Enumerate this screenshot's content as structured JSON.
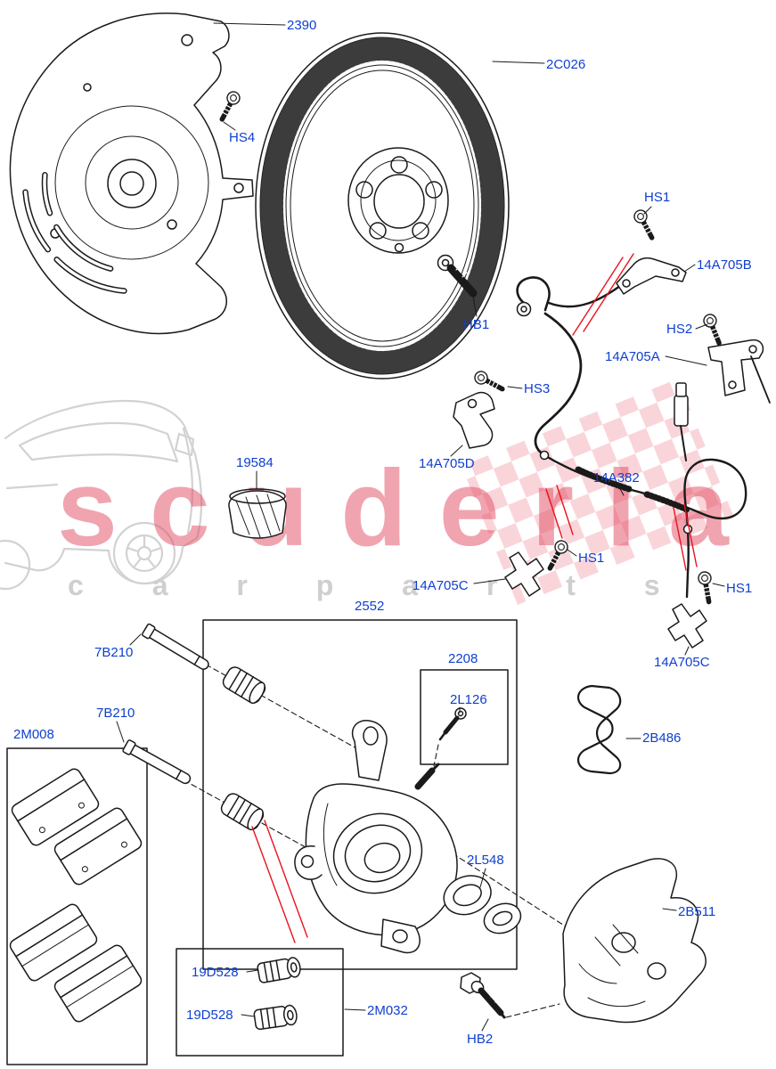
{
  "watermark": {
    "brand": "scuderia",
    "subtitle": "c a r p a r t s"
  },
  "colors": {
    "label_blue": "#0f3fd0",
    "line_black": "#1a1a1a",
    "callout_red": "#e8131d",
    "watermark_red": "#e14a60",
    "watermark_gray": "#cfcfcf",
    "checker_pink": "#f3aab5"
  },
  "labels": [
    {
      "text": "2390"
    },
    {
      "text": "HS4"
    },
    {
      "text": "2C026"
    },
    {
      "text": "HB1"
    },
    {
      "text": "HS1"
    },
    {
      "text": "14A705B"
    },
    {
      "text": "HS2"
    },
    {
      "text": "14A705A"
    },
    {
      "text": "HS3"
    },
    {
      "text": "14A705D"
    },
    {
      "text": "14A382"
    },
    {
      "text": "19584"
    },
    {
      "text": "HS1"
    },
    {
      "text": "14A705C"
    },
    {
      "text": "HS1"
    },
    {
      "text": "14A705C"
    },
    {
      "text": "2552"
    },
    {
      "text": "7B210"
    },
    {
      "text": "2208"
    },
    {
      "text": "2L126"
    },
    {
      "text": "7B210"
    },
    {
      "text": "2M008"
    },
    {
      "text": "2B486"
    },
    {
      "text": "2L548"
    },
    {
      "text": "2B511"
    },
    {
      "text": "19D528"
    },
    {
      "text": "19D528"
    },
    {
      "text": "2M032"
    },
    {
      "text": "HB2"
    }
  ]
}
